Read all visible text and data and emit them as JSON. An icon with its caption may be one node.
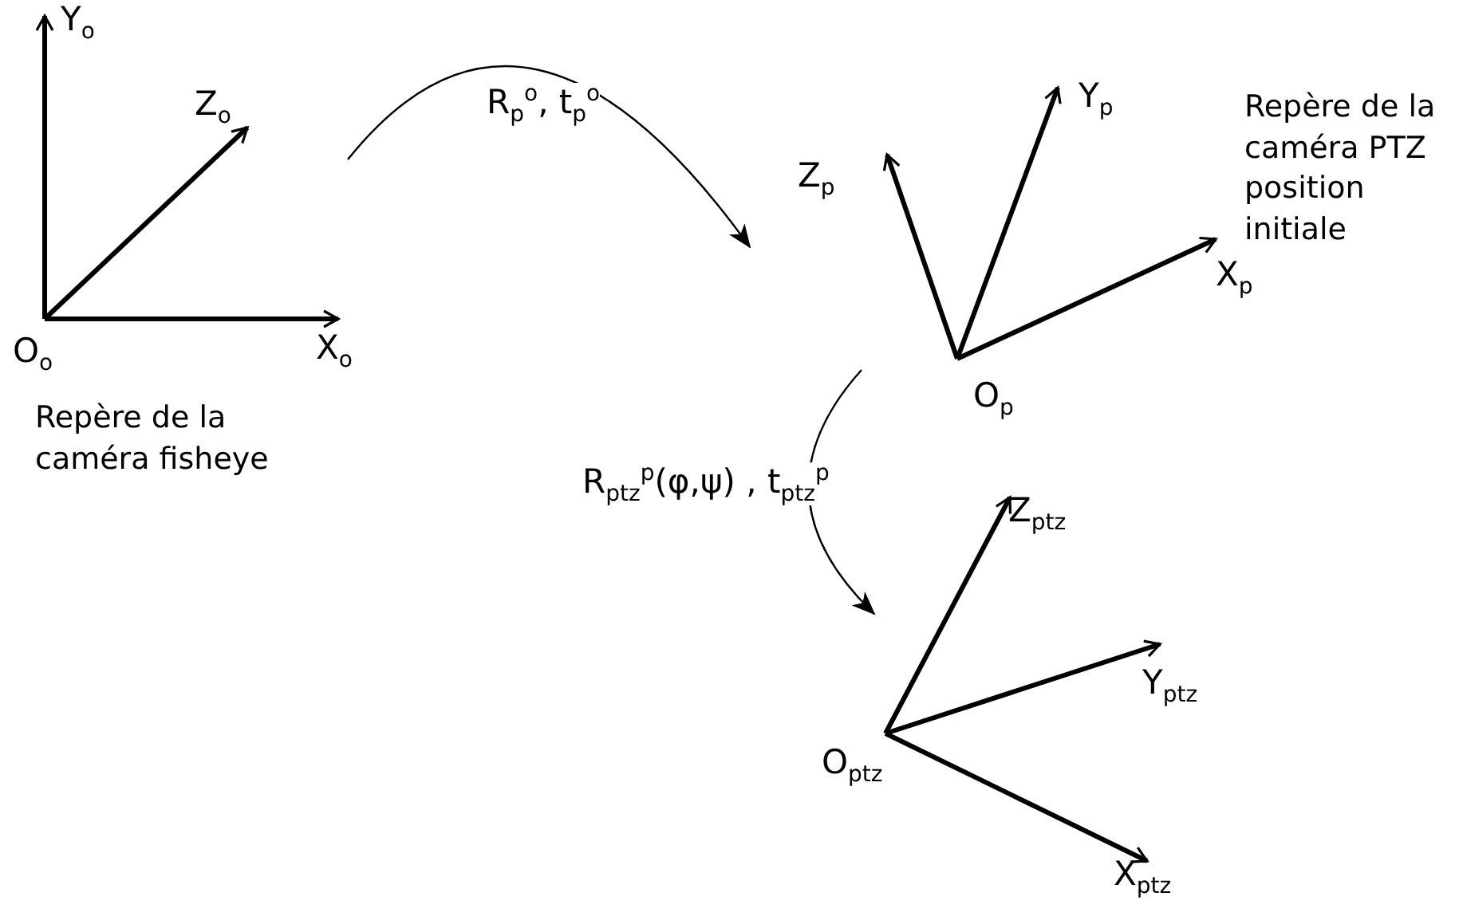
{
  "diagram": {
    "nodes": [
      {
        "text": [],
        "shape": "picture",
        "beside": [
          "Repère de la caméra fisheye"
        ]
      },
      {
        "text": [],
        "shape": "picture",
        "beside": [
          "Repère de la caméra PTZ position initiale"
        ]
      },
      {
        "text": [],
        "shape": "picture"
      }
    ],
    "edges": [
      {
        "from": 0,
        "to": 1,
        "arrow": "to",
        "label": "R$_{p}$$^{o}$, t$_{p}$$^{o}$"
      },
      {
        "from": 1,
        "to": 2,
        "arrow": "to",
        "label": "R$_{ptz}$$^{p}$(φ,ψ) , t$_{ptz}$$^{p}$"
      }
    ],
    "labels": [
      "Y$_{o}$",
      "Z$_{o}$",
      "O$_{o}$",
      "X$_{o}$",
      "Z$_{p}$",
      "Y$_{p}$",
      "X$_{p}$",
      "O$_{p}$",
      "Z$_{ptz}$",
      "Y$_{ptz}$",
      "O$_{ptz}$",
      "X$_{ptz}$"
    ]
  }
}
